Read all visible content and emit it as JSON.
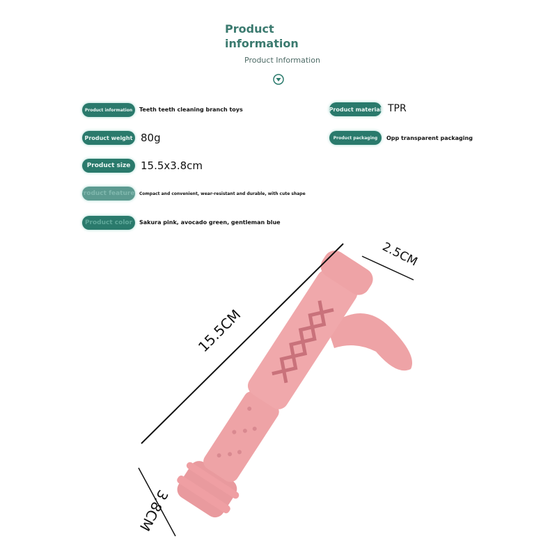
{
  "header": {
    "title": "Product information",
    "subtitle": "Product Information",
    "icon": "chevron-down-circle-icon"
  },
  "specs": [
    {
      "label": "Product information",
      "value": "Teeth teeth cleaning branch toys"
    },
    {
      "label": "Product weight",
      "value": "80g"
    },
    {
      "label": "Product size",
      "value": "15.5x3.8cm"
    },
    {
      "label": "Product features",
      "value": "Compact and convenient, wear-resistant and durable, with cute shape"
    },
    {
      "label": "Product color",
      "value": "Sakura pink, avocado green, gentleman blue"
    },
    {
      "label": "Product material",
      "value": "TPR"
    },
    {
      "label": "Product packaging",
      "value": "Opp transparent packaging"
    }
  ],
  "dimensions": {
    "length": "15.5CM",
    "width": "2.5CM",
    "diameter": "3.8CM"
  },
  "colors": {
    "accent": "#2a7a6c",
    "title": "#3b7a6f",
    "toy": "#eea3a6"
  }
}
